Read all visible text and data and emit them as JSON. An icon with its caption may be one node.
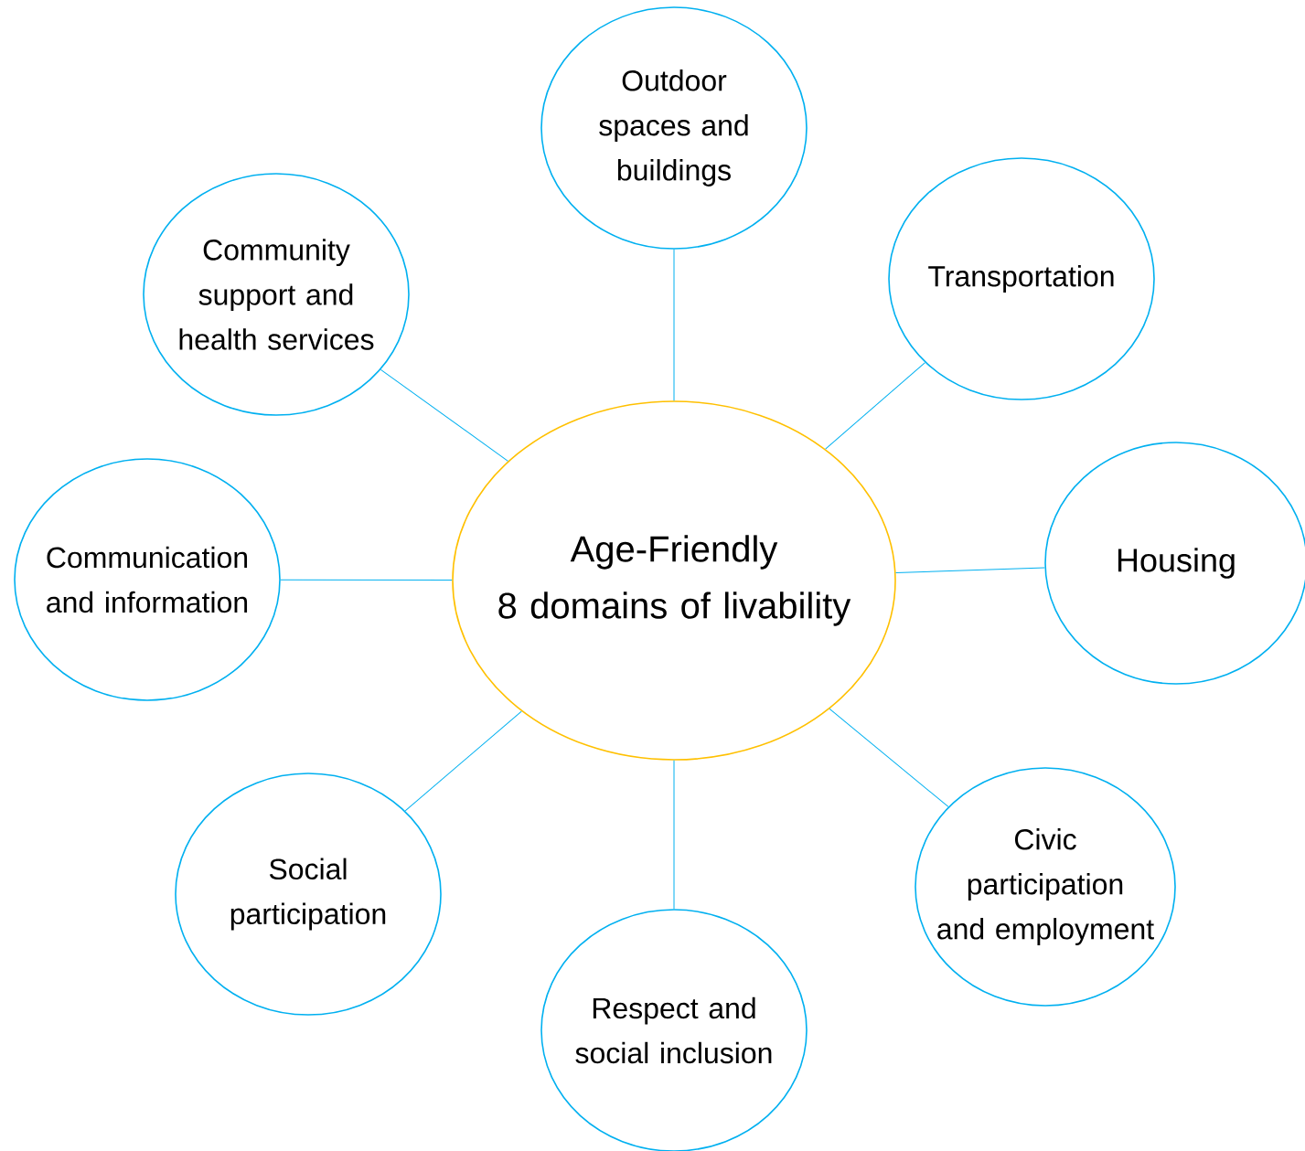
{
  "diagram": {
    "nodes": [
      {
        "text": [
          "Age-Friendly",
          "8 domains of livability"
        ]
      },
      {
        "text": [
          "Outdoor spaces and buildings"
        ]
      },
      {
        "text": [
          "Transportation"
        ]
      },
      {
        "text": [
          "Housing"
        ]
      },
      {
        "text": [
          "Civic participation and employment"
        ]
      },
      {
        "text": [
          "Respect and social inclusion"
        ]
      },
      {
        "text": [
          "Social participation"
        ]
      },
      {
        "text": [
          "Communication and information"
        ]
      },
      {
        "text": [
          "Community support and health services"
        ]
      }
    ],
    "edges": [
      {
        "from": 0,
        "to": 1,
        "arrow": "none"
      },
      {
        "from": 0,
        "to": 2,
        "arrow": "none"
      },
      {
        "from": 0,
        "to": 3,
        "arrow": "none"
      },
      {
        "from": 0,
        "to": 4,
        "arrow": "none"
      },
      {
        "from": 0,
        "to": 5,
        "arrow": "none"
      },
      {
        "from": 0,
        "to": 6,
        "arrow": "none"
      },
      {
        "from": 0,
        "to": 7,
        "arrow": "none"
      },
      {
        "from": 0,
        "to": 8,
        "arrow": "none"
      }
    ]
  }
}
